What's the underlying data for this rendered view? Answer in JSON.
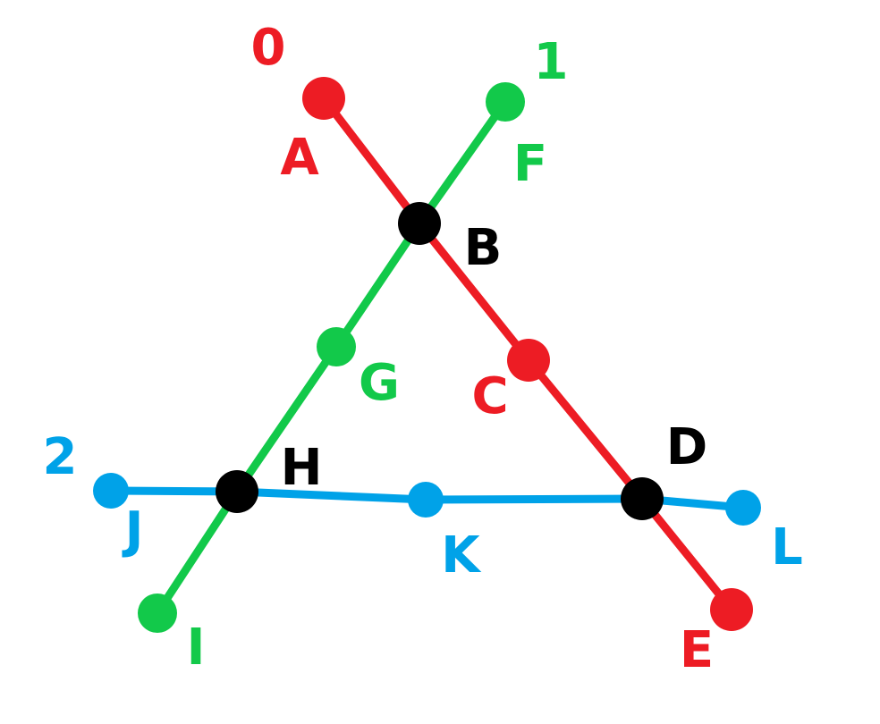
{
  "colors": {
    "red": "#ED1C24",
    "green": "#12C94A",
    "blue": "#00A2E8",
    "black": "#000000"
  },
  "lines": [
    {
      "id": "0",
      "label": "0",
      "color": "red",
      "points": [
        "A",
        "B",
        "C",
        "D",
        "E"
      ]
    },
    {
      "id": "1",
      "label": "1",
      "color": "green",
      "points": [
        "F",
        "B",
        "G",
        "H",
        "I"
      ]
    },
    {
      "id": "2",
      "label": "2",
      "color": "blue",
      "points": [
        "J",
        "H",
        "K",
        "D",
        "L"
      ]
    }
  ],
  "points": [
    {
      "id": "A",
      "label": "A",
      "color": "red"
    },
    {
      "id": "B",
      "label": "B",
      "color": "black"
    },
    {
      "id": "C",
      "label": "C",
      "color": "red"
    },
    {
      "id": "D",
      "label": "D",
      "color": "black"
    },
    {
      "id": "E",
      "label": "E",
      "color": "red"
    },
    {
      "id": "F",
      "label": "F",
      "color": "green"
    },
    {
      "id": "G",
      "label": "G",
      "color": "green"
    },
    {
      "id": "H",
      "label": "H",
      "color": "black"
    },
    {
      "id": "I",
      "label": "I",
      "color": "green"
    },
    {
      "id": "J",
      "label": "J",
      "color": "blue"
    },
    {
      "id": "K",
      "label": "K",
      "color": "blue"
    },
    {
      "id": "L",
      "label": "L",
      "color": "blue"
    }
  ]
}
